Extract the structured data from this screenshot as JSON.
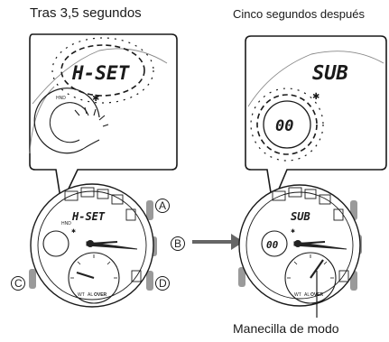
{
  "captions": {
    "left": "Tras 3,5 segundos",
    "right": "Cinco segundos después",
    "bottom": "Manecilla de modo"
  },
  "watch_left": {
    "zoom_display": "H-SET",
    "zoom_small_label": "HND",
    "face_display": "H-SET",
    "face_small_label": "HND"
  },
  "watch_right": {
    "zoom_display": "SUB",
    "zoom_subdial": "00",
    "face_display": "SUB",
    "face_subdial": "00"
  },
  "buttons": {
    "a": "A",
    "b": "B",
    "c": "C",
    "d": "D"
  },
  "subdial_labels": {
    "wt": "WT",
    "al": "AL",
    "over": "OVER"
  },
  "colors": {
    "line": "#1a1a1a",
    "button_gray": "#9a9a9a",
    "hand": "#222222"
  },
  "icons": {
    "bluetooth": "bluetooth-icon",
    "arrow": "arrow-right-icon"
  }
}
